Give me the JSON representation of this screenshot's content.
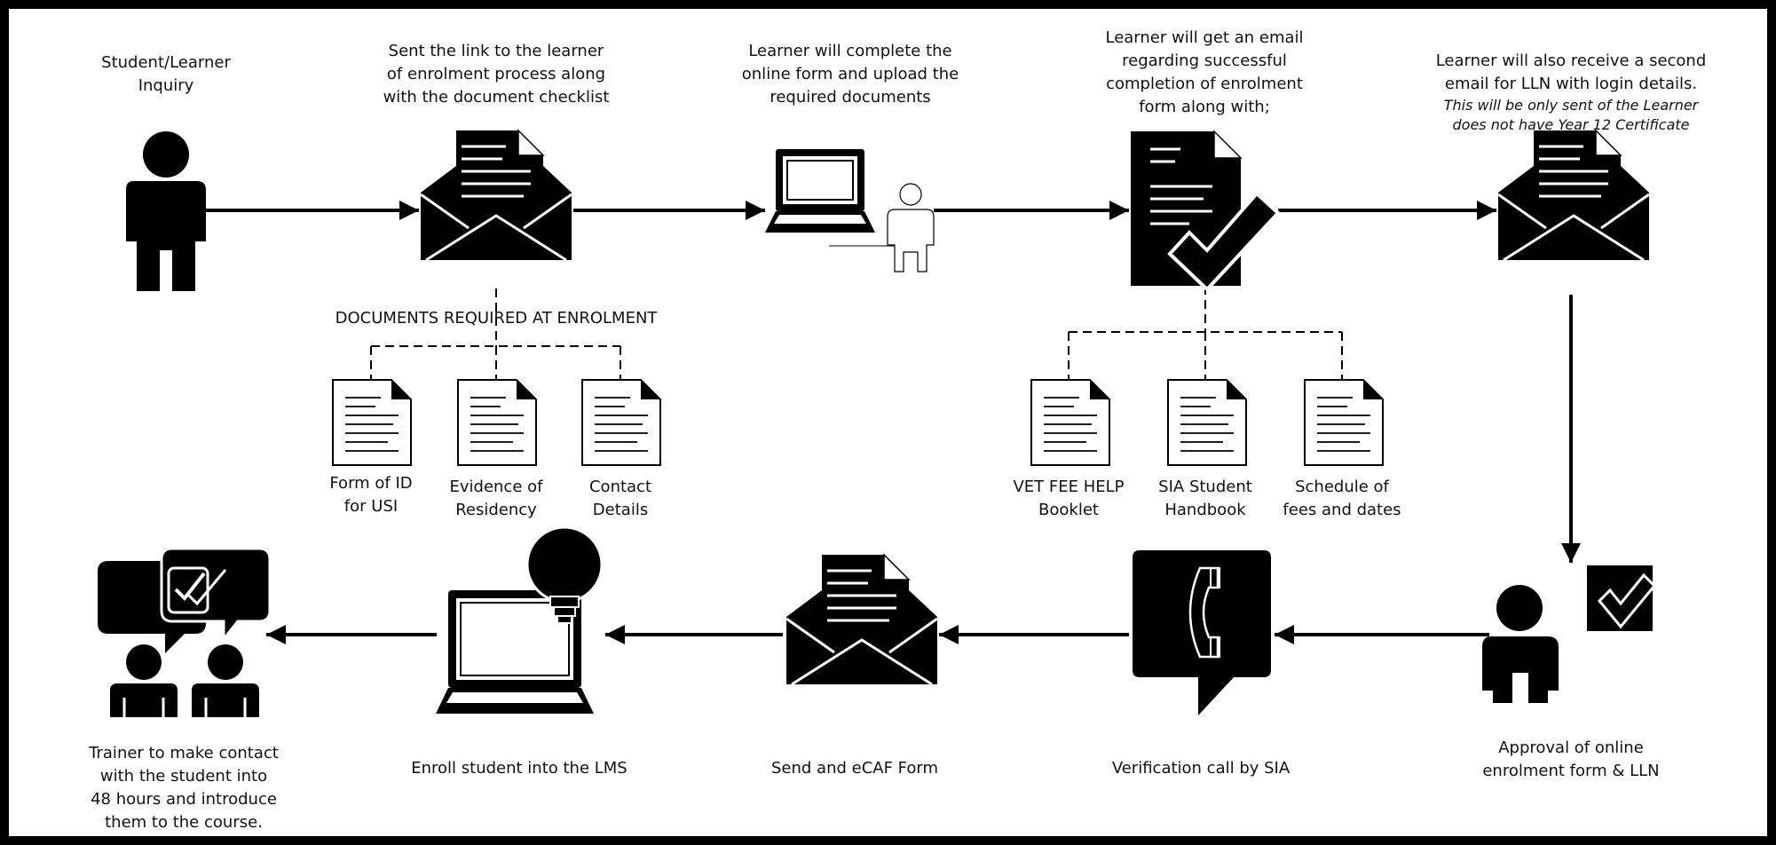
{
  "steps": {
    "inquiry": "Student/Learner\nInquiry",
    "send_link": "Sent the link to the learner\nof enrolment process along\nwith the document checklist",
    "complete_form": "Learner will complete the\nonline form and upload the\nrequired documents",
    "email_success": "Learner will get an email\nregarding successful\ncompletion of enrolment\nform along with;",
    "second_email": "Learner will also receive a second\nemail for LLN with login details.",
    "second_email_note": "This will be only sent of the Learner\ndoes not have Year 12 Certificate",
    "approval": "Approval of online\nenrolment form & LLN",
    "verification": "Verification call by SIA",
    "ecaf": "Send and eCAF Form",
    "lms": "Enroll student into the LMS",
    "trainer": "Trainer to make contact\nwith the student into\n48 hours and introduce\nthem to the course."
  },
  "documents_required": {
    "title": "DOCUMENTS REQUIRED AT ENROLMENT",
    "items": [
      "Form of ID\nfor USI",
      "Evidence of\nResidency",
      "Contact\nDetails"
    ]
  },
  "email_attachments": {
    "items": [
      "VET FEE HELP\nBooklet",
      "SIA Student\nHandbook",
      "Schedule of\nfees and dates"
    ]
  },
  "icons": [
    "person-icon",
    "envelope-icon",
    "laptop-user-icon",
    "document-check-icon",
    "envelope-icon",
    "approved-person-icon",
    "phone-bubble-icon",
    "envelope-icon",
    "laptop-bulb-icon",
    "trainer-chat-icon",
    "document-icon"
  ],
  "colors": {
    "ink": "#000000",
    "paper": "#ffffff"
  }
}
